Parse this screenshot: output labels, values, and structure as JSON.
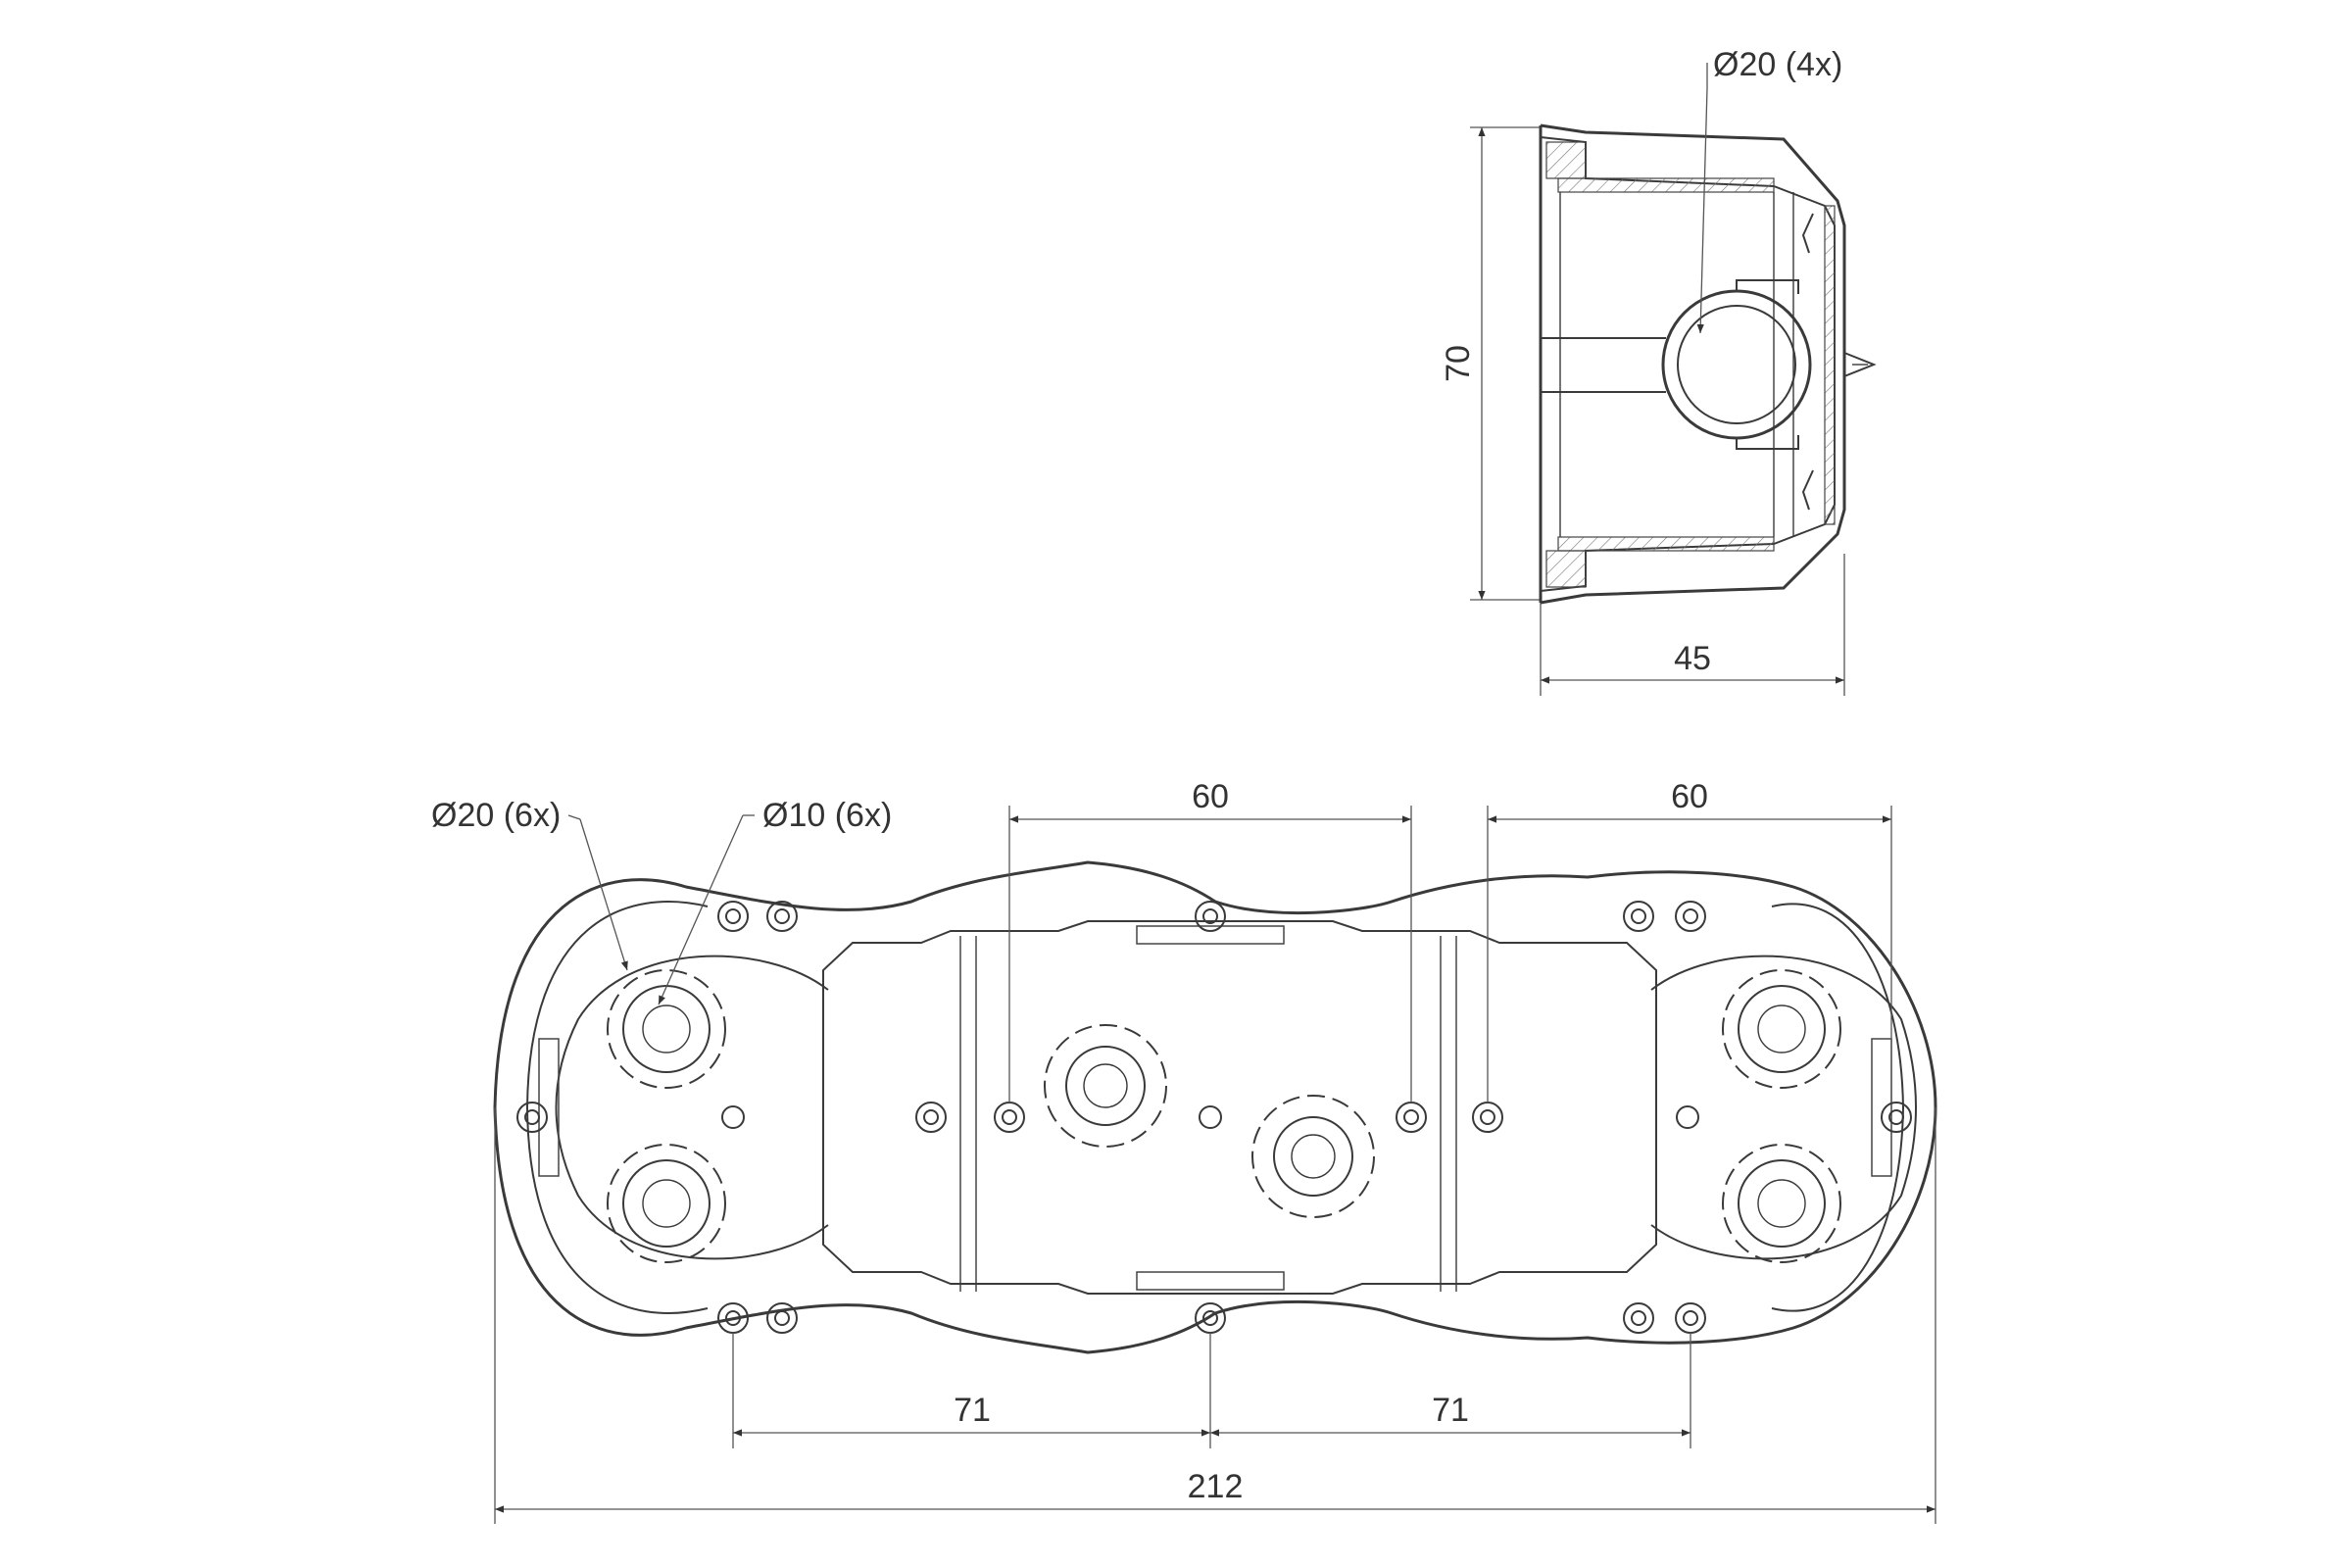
{
  "drawing": {
    "side_view": {
      "hole_label": "Ø20 (4x)",
      "height_label": "70",
      "depth_label": "45"
    },
    "top_view": {
      "large_hole_label": "Ø20 (6x)",
      "small_hole_label": "Ø10 (6x)",
      "spacing_top_left": "60",
      "spacing_top_right": "60",
      "spacing_bottom_left": "71",
      "spacing_bottom_right": "71",
      "overall_width": "212"
    }
  }
}
